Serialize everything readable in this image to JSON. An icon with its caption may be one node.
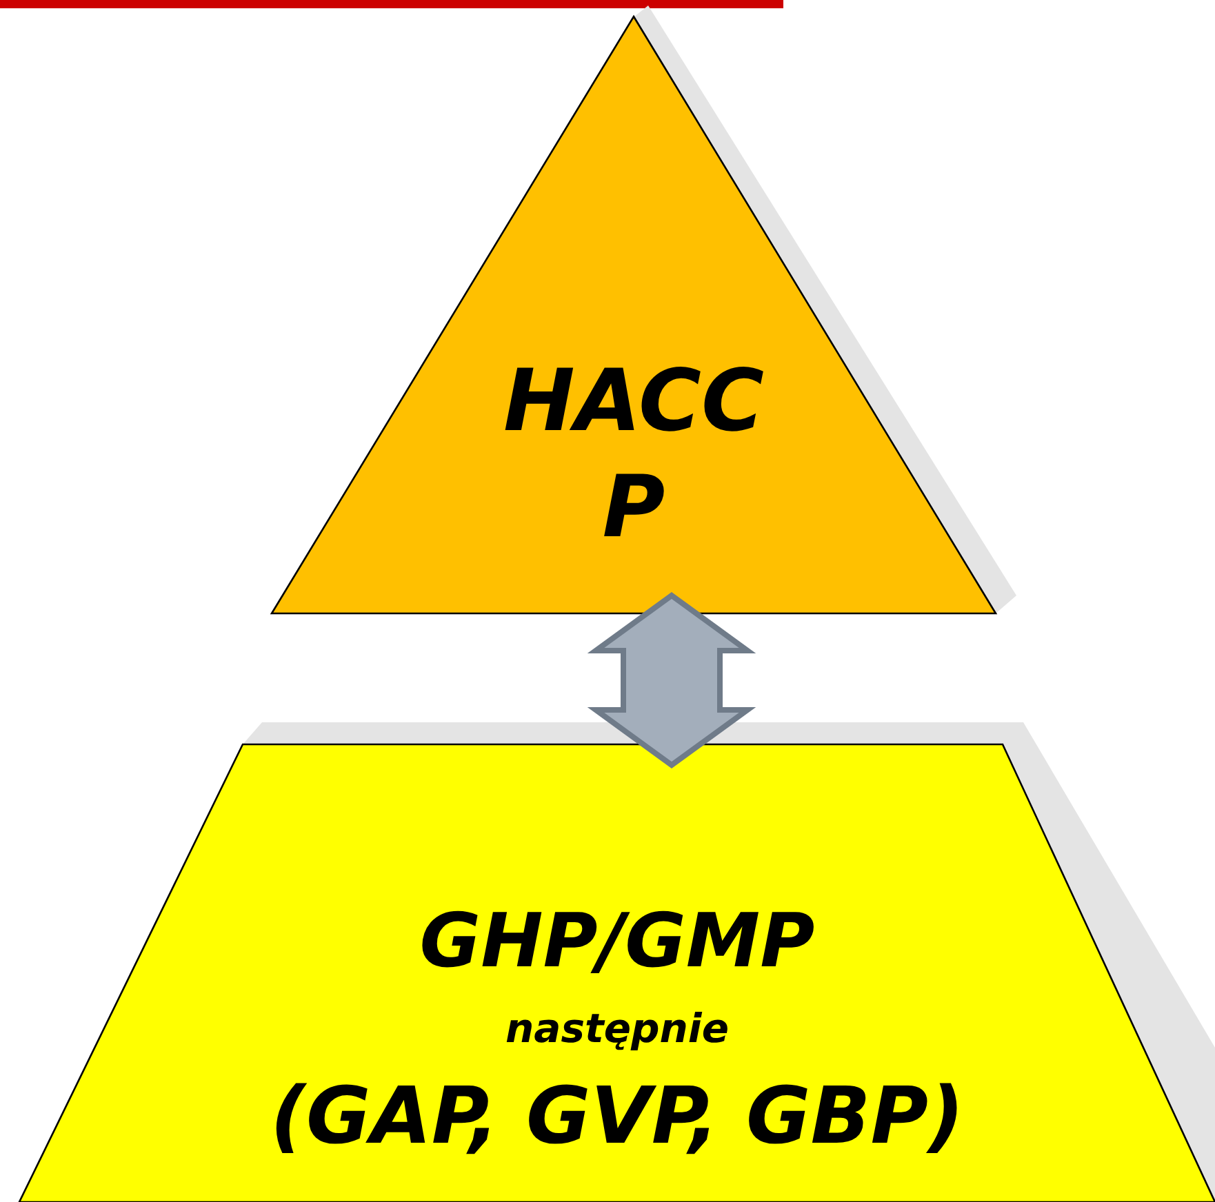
{
  "diagram": {
    "nodes": [
      {
        "text": [
          "HACCP"
        ]
      },
      {
        "text": [
          "GHP/GMP",
          "następnie",
          "(GAP, GVP, GBP)"
        ]
      }
    ],
    "edges": [
      {
        "from": 0,
        "to": 1,
        "arrow": "both",
        "color": "#a3aebb"
      }
    ]
  }
}
